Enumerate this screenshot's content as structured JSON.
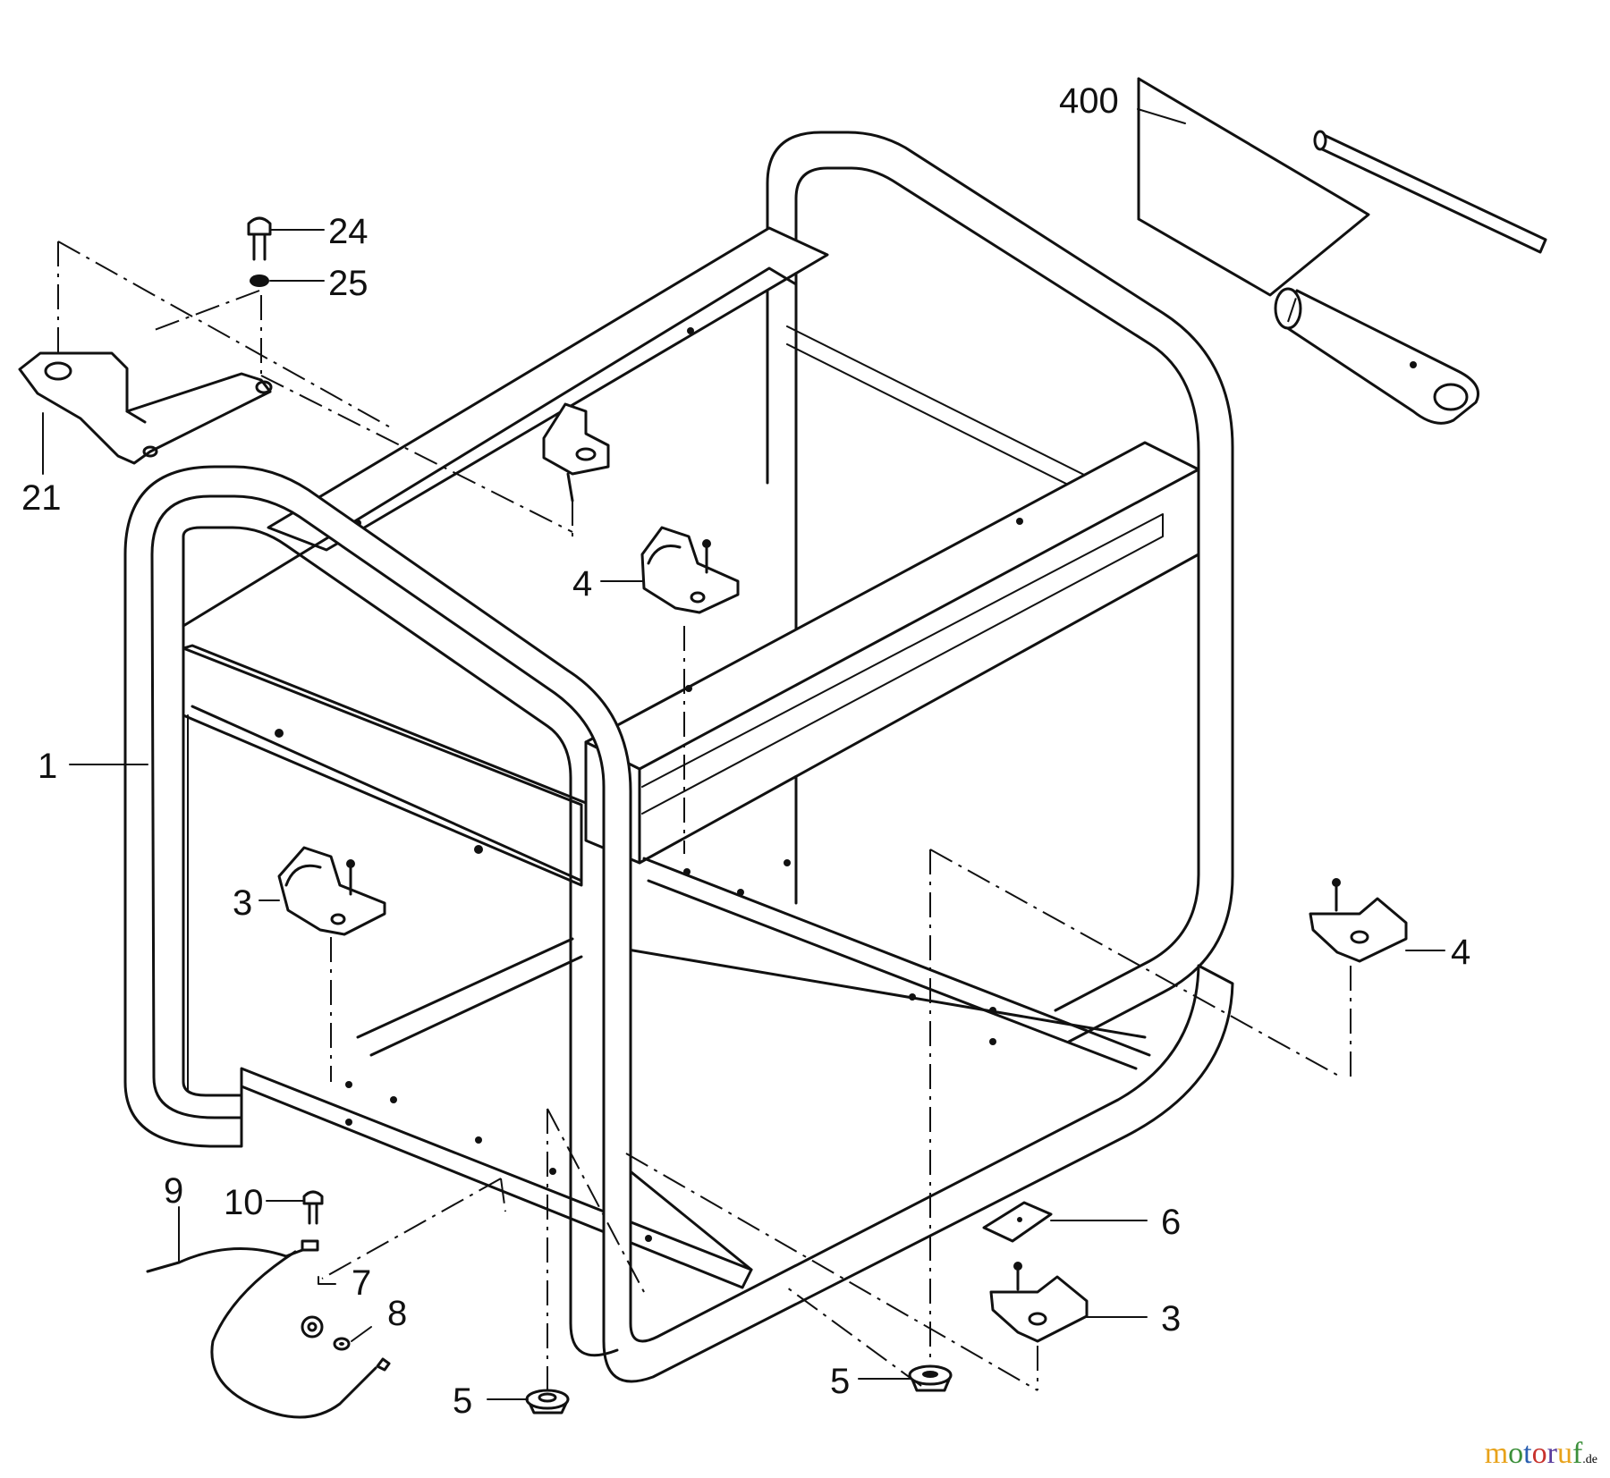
{
  "watermark": {
    "text": "motoruf",
    "tld": ".de",
    "colors": [
      "#e8a21a",
      "#3b8f3a",
      "#2a5fb0",
      "#c8322c",
      "#5a3c9e"
    ]
  },
  "callouts": {
    "p400": "400",
    "p24": "24",
    "p25": "25",
    "p21": "21",
    "p4a": "4",
    "p1": "1",
    "p3a": "3",
    "p4b": "4",
    "p9": "9",
    "p10": "10",
    "p7": "7",
    "p8": "8",
    "p5a": "5",
    "p5b": "5",
    "p6": "6",
    "p3b": "3"
  }
}
